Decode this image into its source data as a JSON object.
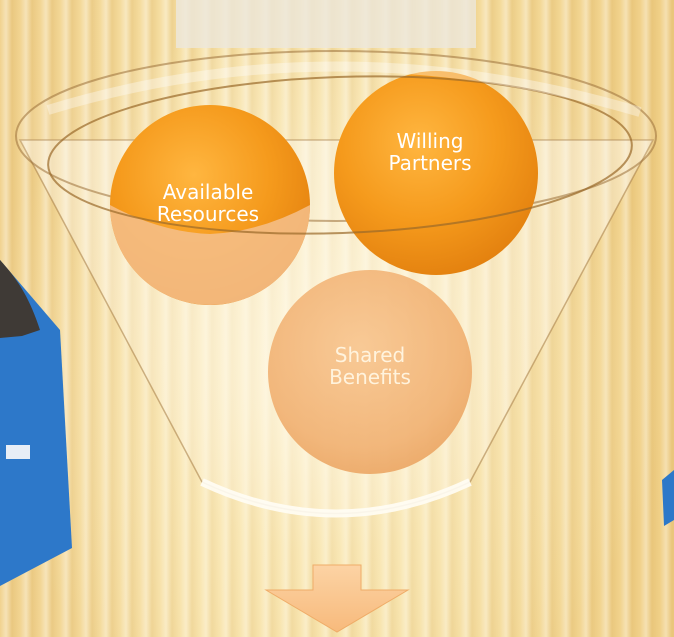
{
  "diagram": {
    "type": "funnel",
    "nodes": [
      {
        "id": "available",
        "label": "Available\nResources"
      },
      {
        "id": "willing",
        "label": "Willing\nPartners"
      },
      {
        "id": "shared",
        "label": "Shared\nBenefits"
      }
    ],
    "output_arrow": "down-arrow"
  },
  "colors": {
    "background": "#f6dfa2",
    "circle_orange": "#f59a1c",
    "circle_faded": "#f2b878",
    "arrow_fill": "#fbc78f",
    "funnel_rim": "#9c6a2a"
  }
}
